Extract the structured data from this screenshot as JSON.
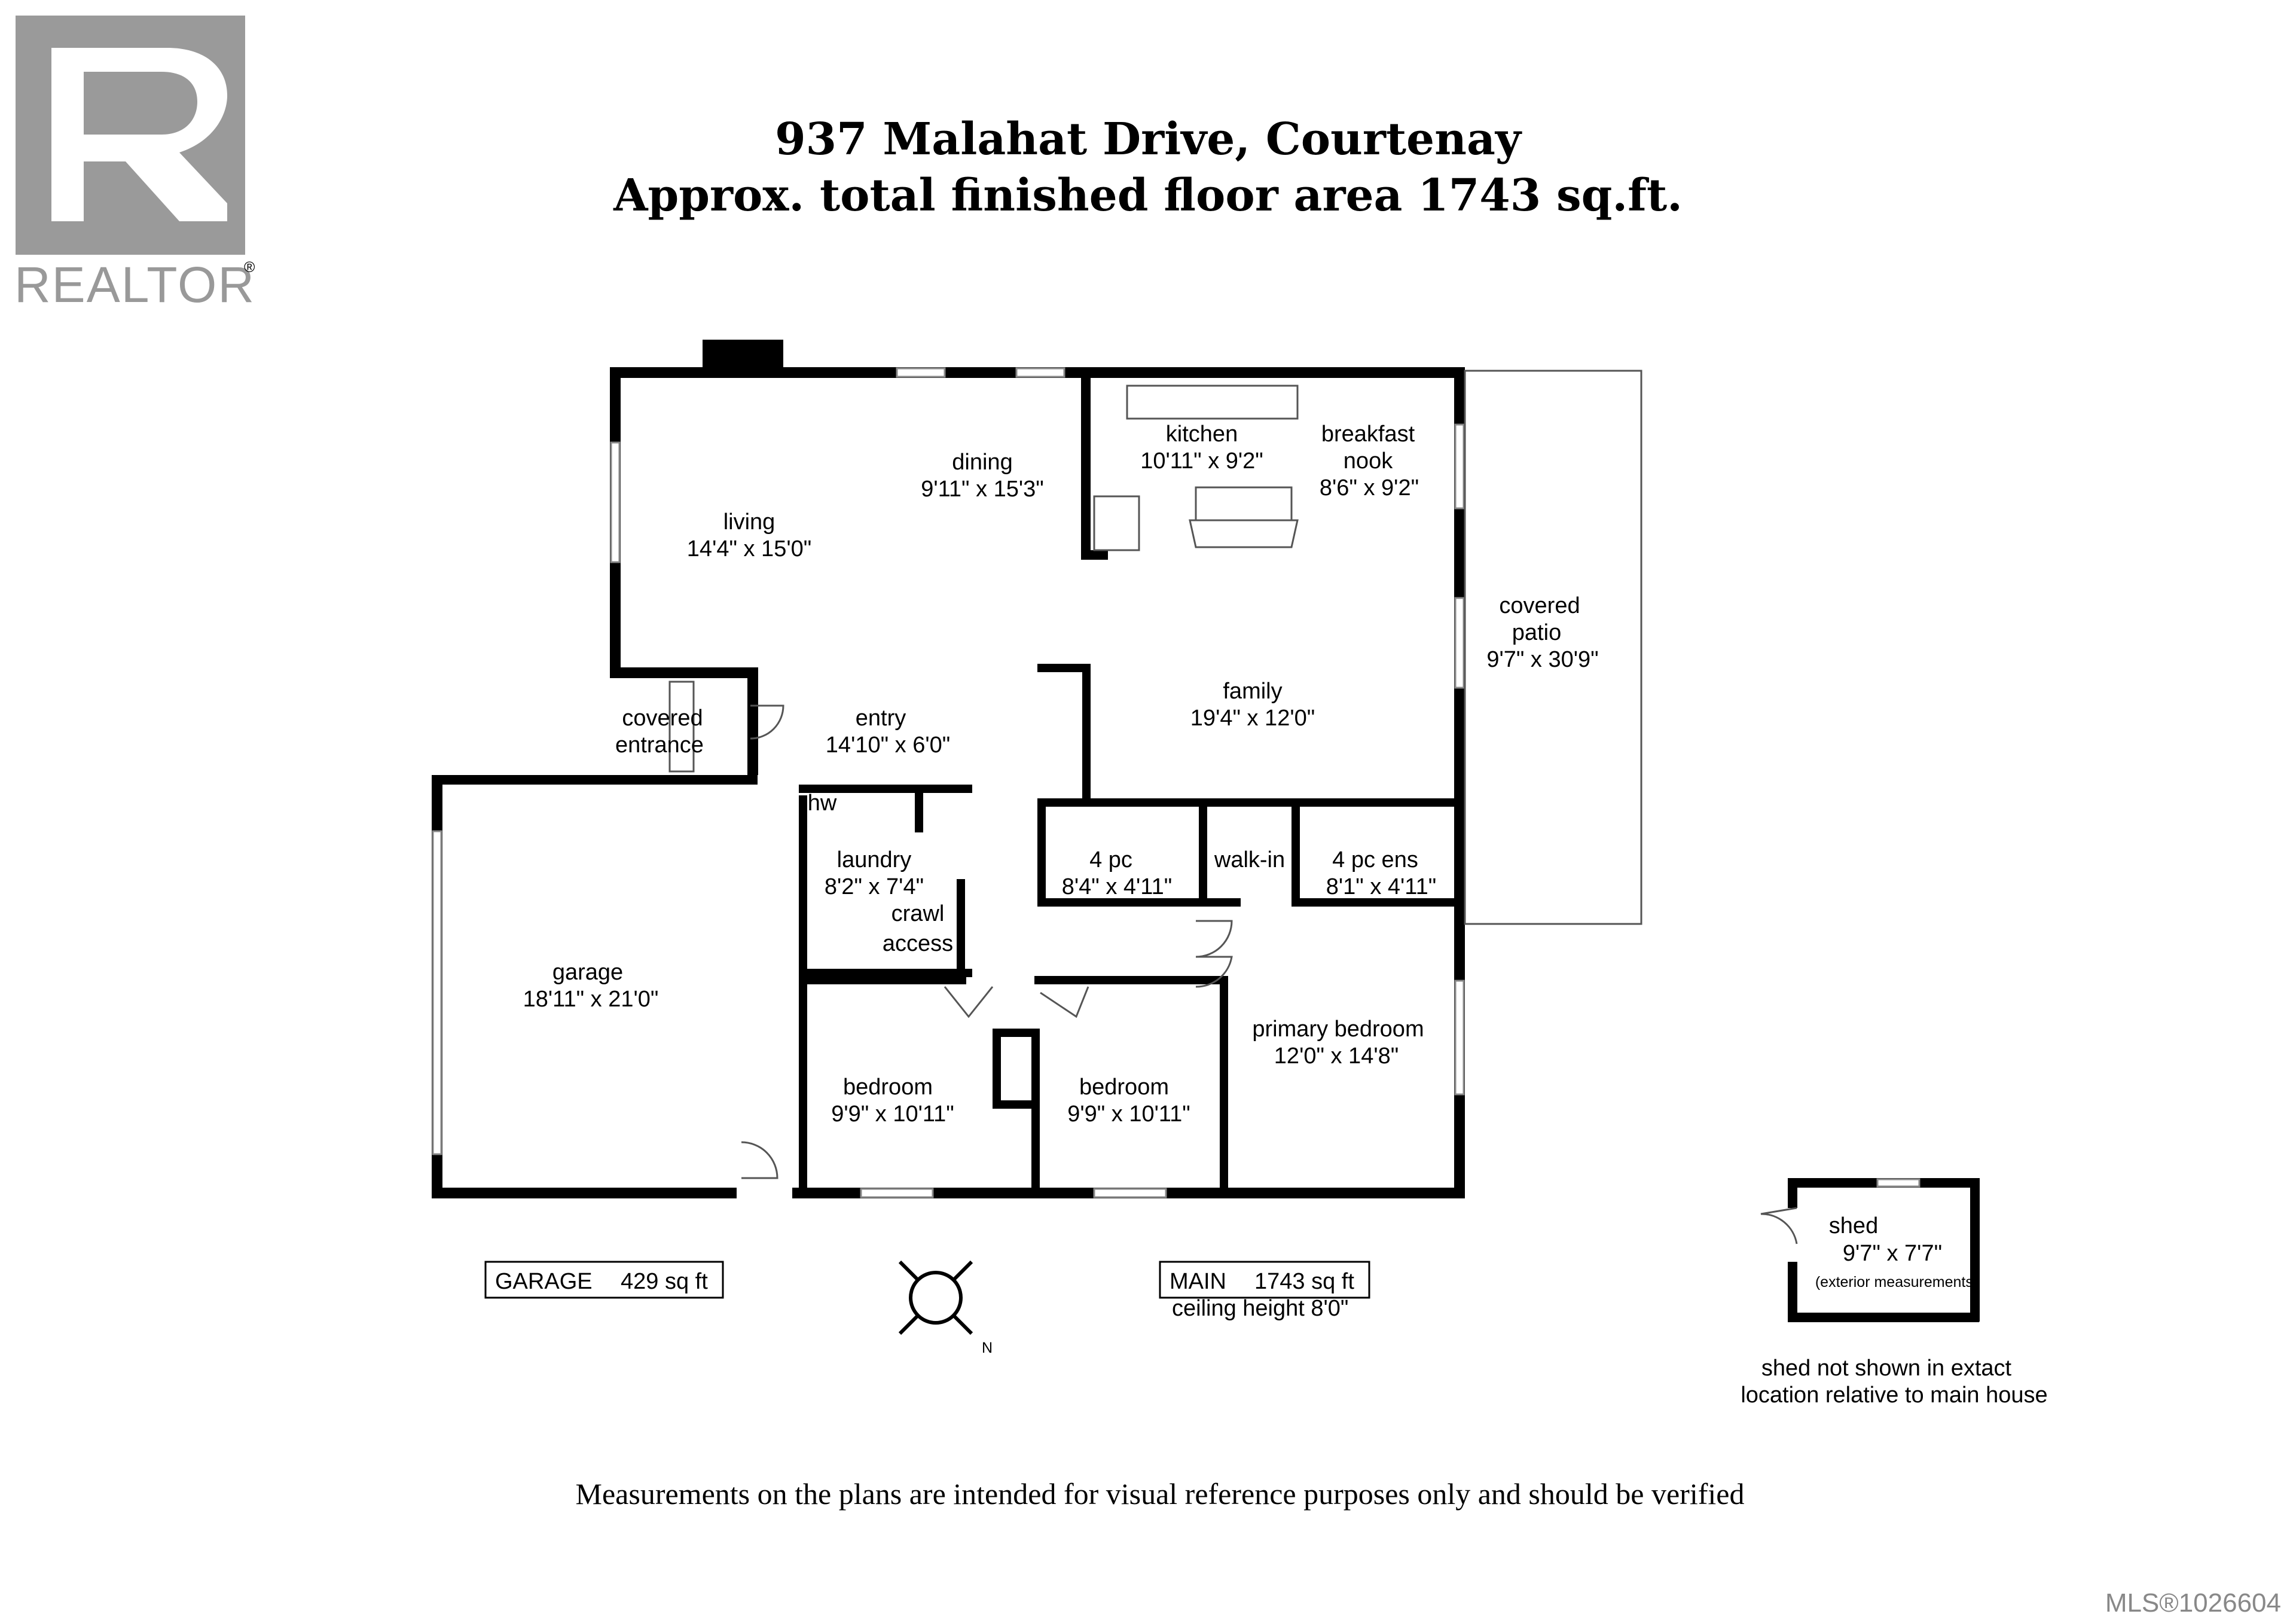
{
  "logo": {
    "brand": "REALTOR",
    "mark": "®",
    "icon": "realtor-r-logo-icon",
    "color": "#9a9a9a"
  },
  "title": {
    "address": "937 Malahat Drive, Courtenay",
    "area": "Approx. total finished floor area 1743 sq.ft."
  },
  "rooms": [
    {
      "id": "living",
      "name": "living",
      "size": "14'4\" x 15'0\""
    },
    {
      "id": "dining",
      "name": "dining",
      "size": "9'11\" x 15'3\""
    },
    {
      "id": "kitchen",
      "name": "kitchen",
      "size": "10'11\" x 9'2\""
    },
    {
      "id": "breakfast",
      "name": "breakfast",
      "name2": "nook",
      "size": "8'6\" x 9'2\""
    },
    {
      "id": "covered-patio",
      "name": "covered",
      "name2": "patio",
      "size": "9'7\" x 30'9\""
    },
    {
      "id": "family",
      "name": "family",
      "size": "19'4\" x 12'0\""
    },
    {
      "id": "entry",
      "name": "entry",
      "size": "14'10\" x 6'0\""
    },
    {
      "id": "covered-entrance",
      "name": "covered",
      "name2": "entrance"
    },
    {
      "id": "hw",
      "name": "hw"
    },
    {
      "id": "laundry",
      "name": "laundry",
      "size": "8'2\" x 7'4\""
    },
    {
      "id": "crawl",
      "name": "crawl",
      "name2": "access"
    },
    {
      "id": "bath-4pc",
      "name": "4 pc",
      "size": "8'4\" x 4'11\""
    },
    {
      "id": "walk-in",
      "name": "walk-in"
    },
    {
      "id": "ensuite",
      "name": "4 pc ens",
      "size": "8'1\" x 4'11\""
    },
    {
      "id": "garage",
      "name": "garage",
      "size": "18'11\" x 21'0\""
    },
    {
      "id": "bedroom-1",
      "name": "bedroom",
      "size": "9'9\" x 10'11\""
    },
    {
      "id": "bedroom-2",
      "name": "bedroom",
      "size": "9'9\" x 10'11\""
    },
    {
      "id": "primary-bedroom",
      "name": "primary bedroom",
      "size": "12'0\" x 14'8\""
    },
    {
      "id": "shed",
      "name": "shed",
      "size": "9'7\" x 7'7\"",
      "note": "(exterior measurements)"
    }
  ],
  "summary": {
    "garage_label": "GARAGE",
    "garage_area": "429 sq ft",
    "main_label": "MAIN",
    "main_area": "1743 sq ft",
    "ceiling": "ceiling height 8'0\""
  },
  "compass": {
    "icon": "compass-rose-icon",
    "north": "N"
  },
  "shed_note": {
    "line1": "shed not shown in extact",
    "line2": "location relative to main house"
  },
  "disclaimer": "Measurements on the plans are intended for visual reference purposes only and should be verified",
  "mls": "MLS®1026604"
}
